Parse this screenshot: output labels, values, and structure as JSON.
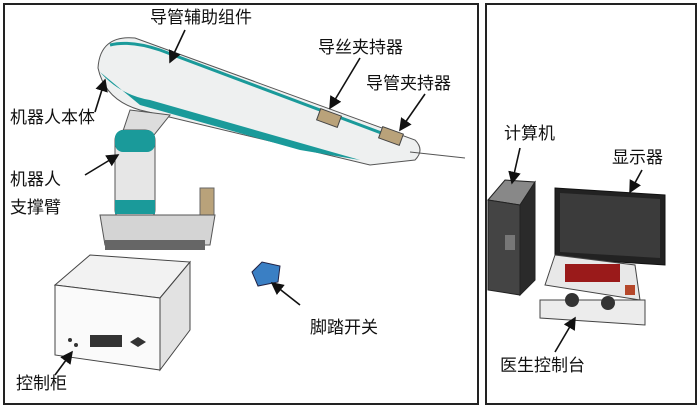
{
  "labels": {
    "catheter_assist": "导管辅助组件",
    "guidewire_holder": "导丝夹持器",
    "catheter_holder": "导管夹持器",
    "robot_body": "机器人本体",
    "support_arm_line1": "机器人",
    "support_arm_line2": "支撑臂",
    "foot_switch": "脚踏开关",
    "control_cabinet": "控制柜",
    "computer": "计算机",
    "monitor": "显示器",
    "doctor_console": "医生控制台"
  },
  "colors": {
    "accent": "#1a9a9a",
    "frame": "#222222"
  }
}
